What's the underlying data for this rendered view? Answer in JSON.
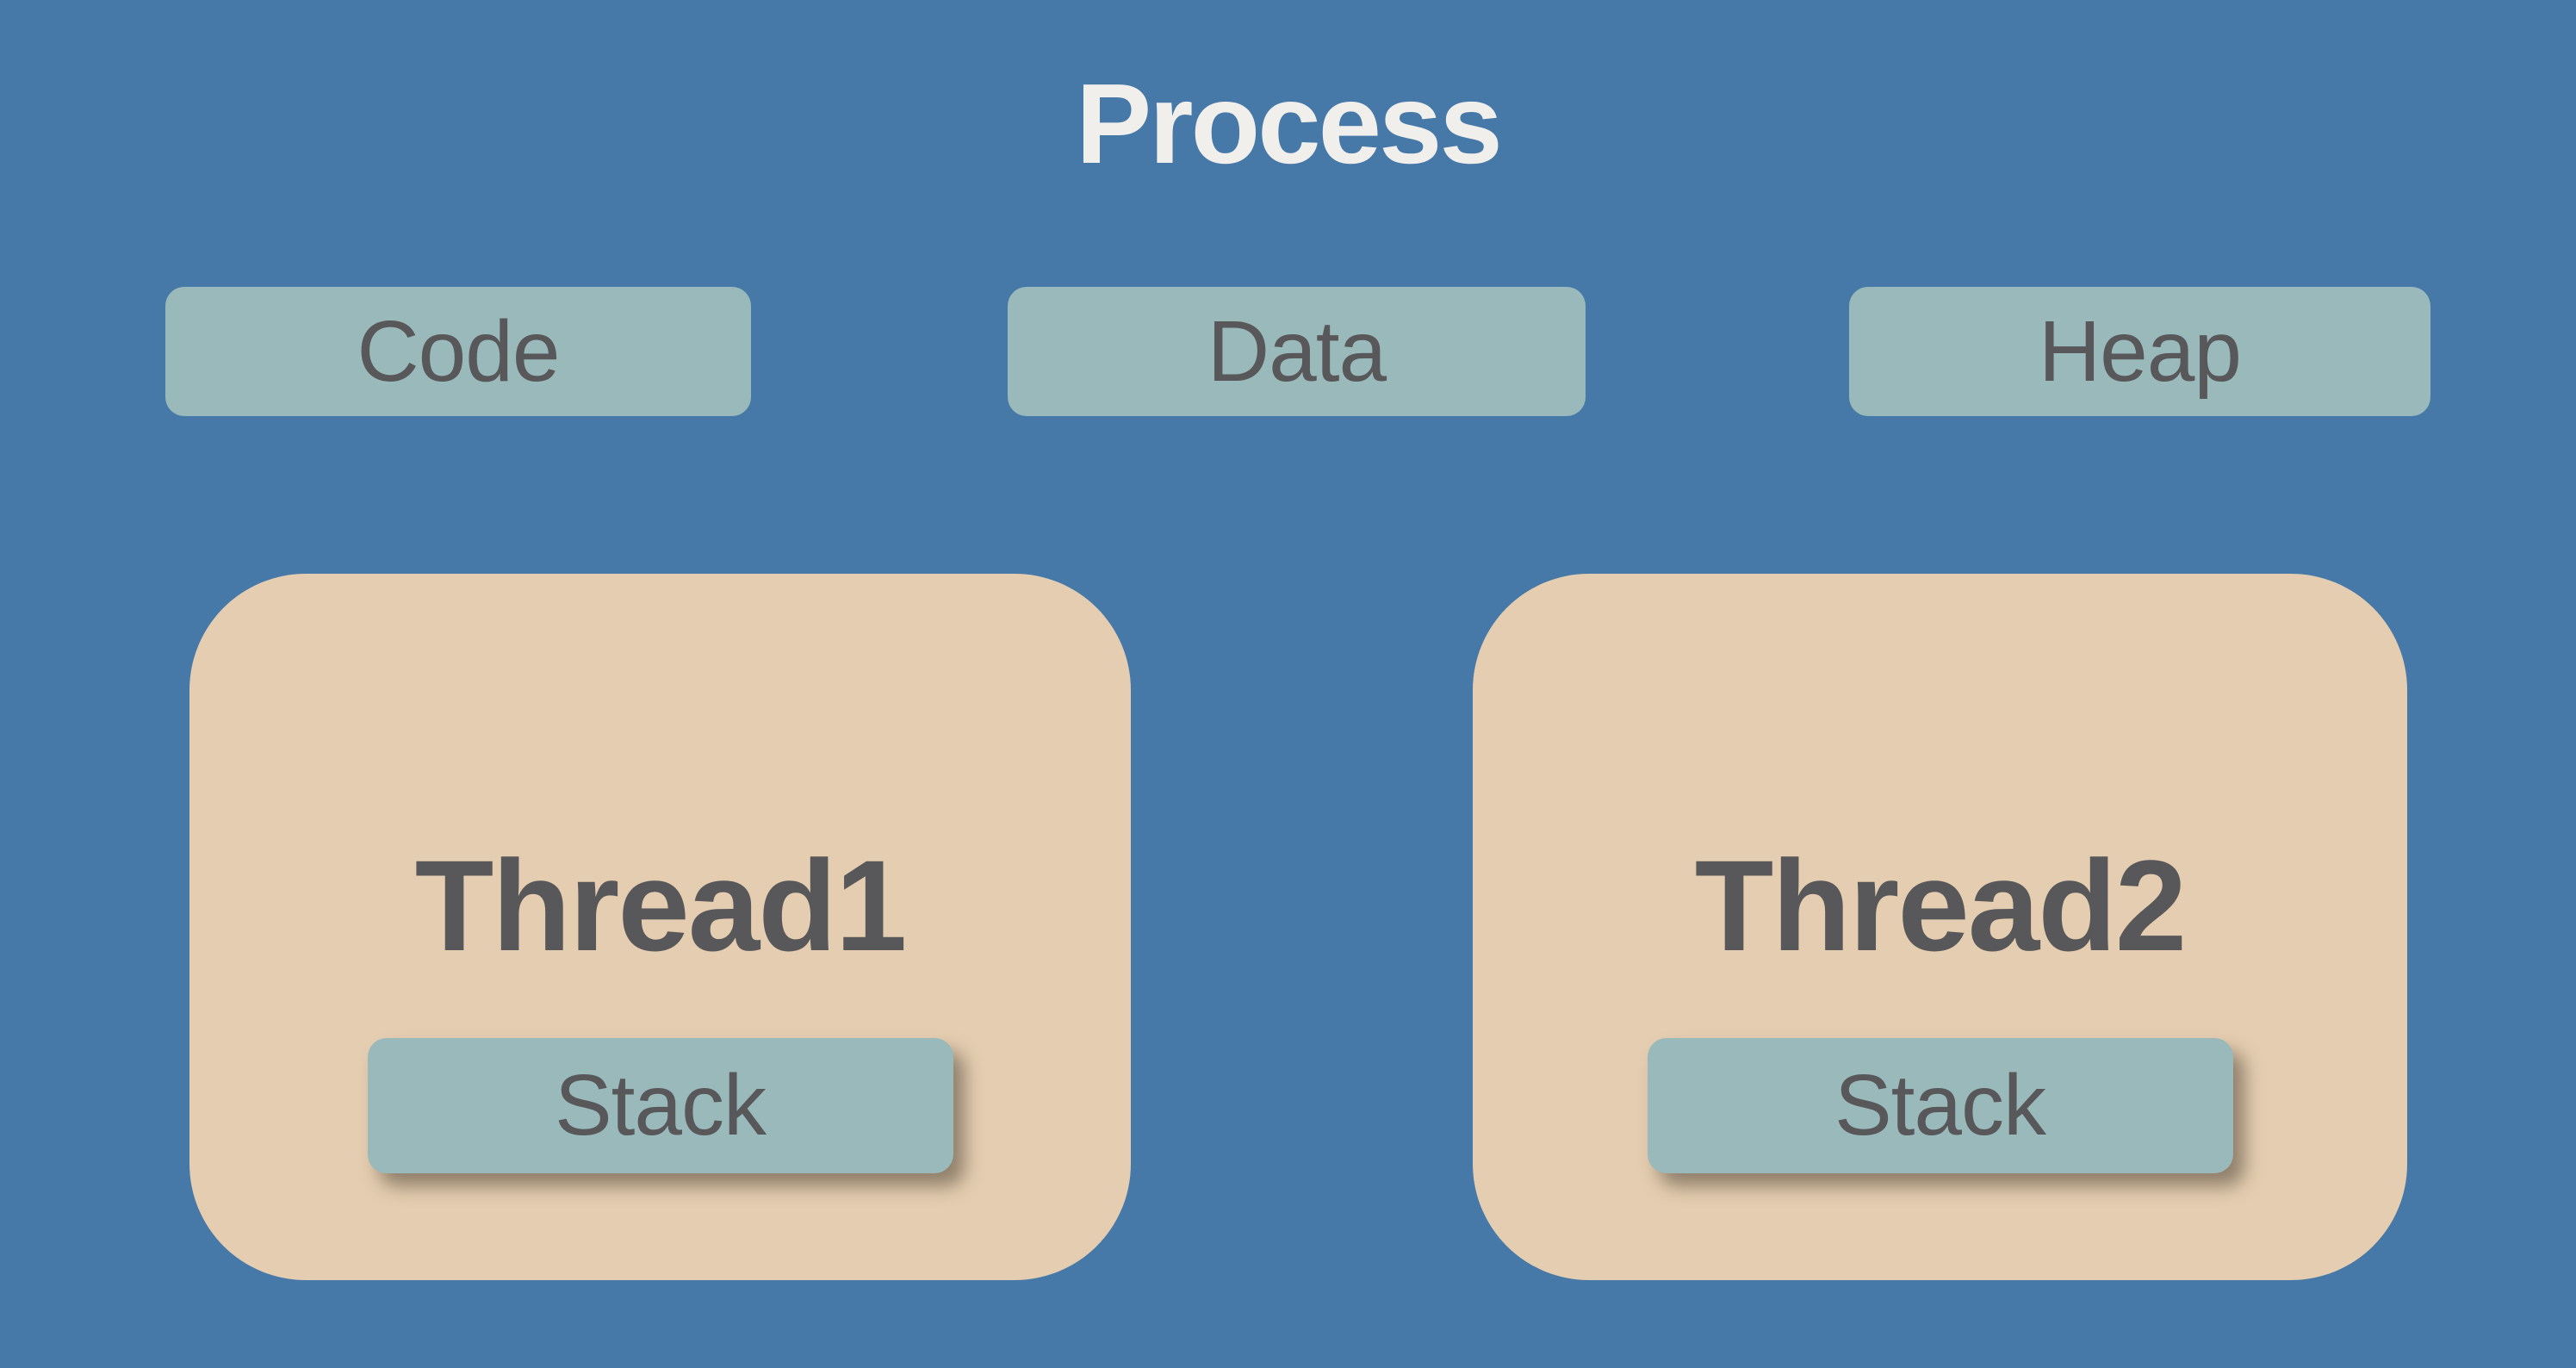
{
  "title": "Process",
  "colors": {
    "background": "#4678a8",
    "segment_bg": "#9ab9bb",
    "thread_bg": "#e4cdb0",
    "label_text": "#58585a",
    "title_text": "#f0efec",
    "stack_shadow": "rgba(88, 76, 62, 0.6)"
  },
  "segments": [
    {
      "label": "Code"
    },
    {
      "label": "Data"
    },
    {
      "label": "Heap"
    }
  ],
  "threads": [
    {
      "label": "Thread1",
      "stack_label": "Stack"
    },
    {
      "label": "Thread2",
      "stack_label": "Stack"
    }
  ]
}
